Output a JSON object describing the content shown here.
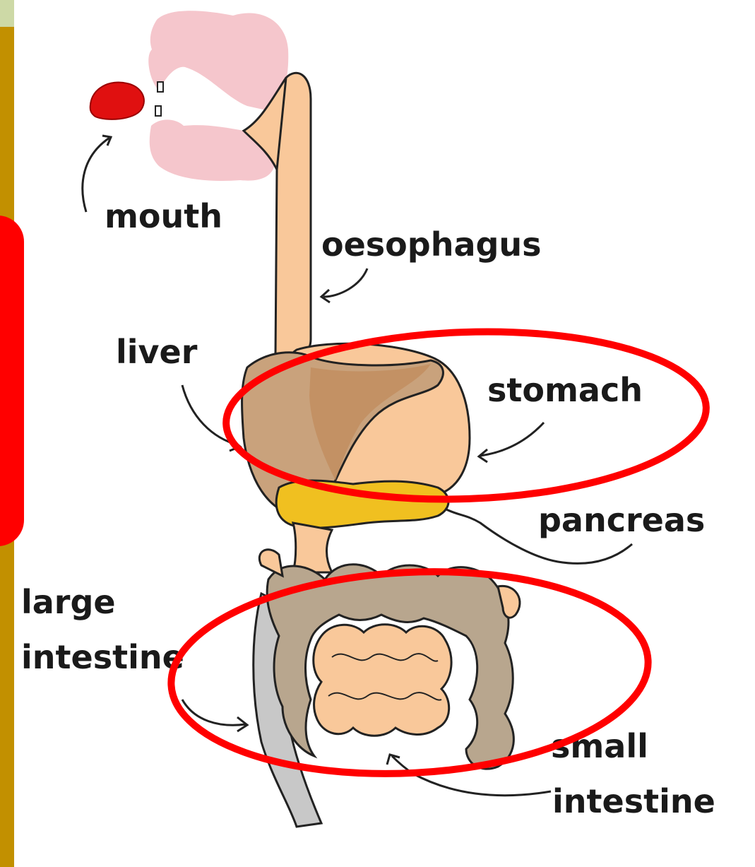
{
  "labels": {
    "mouth": "mouth",
    "oesophagus": "oesophagus",
    "liver": "liver",
    "stomach": "stomach",
    "pancreas": "pancreas",
    "large_intestine_line1": "large",
    "large_intestine_line2": "intestine",
    "small_intestine_line1": "small",
    "small_intestine_line2": "intestine"
  },
  "colors": {
    "slide_border": "#c29000",
    "highlight_ellipse": "#ff0000",
    "tongue": "#e01010",
    "lips": "#f5c6cc",
    "tract": "#f9c89a",
    "liver": "#c9a27c",
    "pancreas": "#f0c020",
    "large_intestine": "#b8a68e",
    "rectum": "#c8c8c8"
  },
  "highlights": [
    "stomach",
    "small intestine"
  ]
}
